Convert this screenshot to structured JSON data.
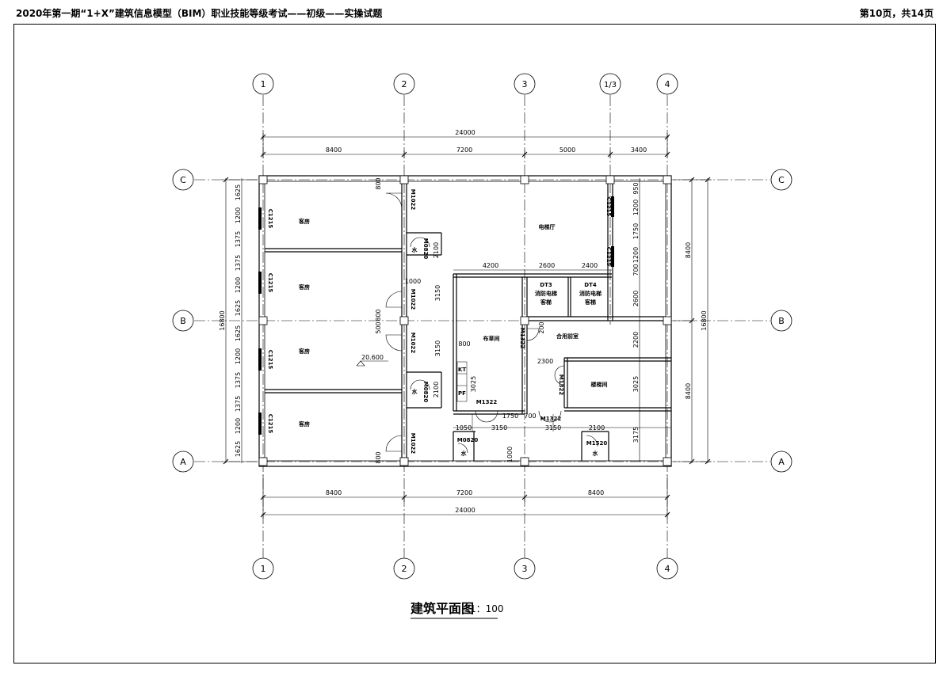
{
  "header": {
    "left": "2020年第一期“1+X”建筑信息模型（BIM）职业技能等级考试——初级——实操试题",
    "right": "第10页，共14页"
  },
  "drawing": {
    "title": "建筑平面图",
    "scale": "1：100",
    "axes_top": [
      "1",
      "2",
      "3",
      "1/3",
      "4"
    ],
    "axes_bottom": [
      "1",
      "2",
      "3",
      "4"
    ],
    "axes_left": [
      "C",
      "B",
      "A"
    ],
    "axes_right": [
      "C",
      "B",
      "A"
    ],
    "dims_top_total": "24000",
    "dims_top": [
      "8400",
      "7200",
      "5000",
      "3400"
    ],
    "dims_bottom": [
      "8400",
      "7200",
      "8400"
    ],
    "dims_bottom_total": "24000",
    "dims_left_total": "16800",
    "dims_left": [
      "1625",
      "1200",
      "1375",
      "1375",
      "1200",
      "1625",
      "1625",
      "1200",
      "1375",
      "1375",
      "1200",
      "1625"
    ],
    "dims_right_total": "16800",
    "dims_right": [
      "8400",
      "8400"
    ],
    "dims_right_inner": [
      "950",
      "1200",
      "1750",
      "1200",
      "700",
      "2600",
      "2200",
      "3025",
      "3175"
    ],
    "dims_inner": {
      "d4200": "4200",
      "d2600": "2600",
      "d2400": "2400",
      "d800a": "800",
      "d1000": "1000",
      "d3150a": "3150",
      "d3150b": "3150",
      "d2100a": "2100",
      "d2100b": "2100",
      "d800b": "800",
      "d800c": "800",
      "d500": "500",
      "d200": "200",
      "d800d": "800",
      "d3025a": "3025",
      "d2300": "2300",
      "d1750": "1750",
      "d700": "700",
      "d1050": "1050",
      "d3150c": "3150",
      "d3150d": "3150",
      "d2100c": "2100",
      "d1000b": "1000"
    },
    "rooms": {
      "kefang1": "客房",
      "kefang2": "客房",
      "kefang3": "客房",
      "kefang4": "客房",
      "diantiting": "电梯厅",
      "buchaojian": "布草间",
      "heyongqianshi": "合用前室",
      "louti": "楼梯间",
      "shui1": "水",
      "shui2": "水",
      "shui3": "水",
      "shui4": "水",
      "dt3": "DT3",
      "dt3_desc1": "消防电梯",
      "dt3_desc2": "客梯",
      "dt4": "DT4",
      "dt4_desc1": "消防电梯",
      "dt4_desc2": "客梯",
      "kt": "KT",
      "pf": "PF"
    },
    "elevation": "20.600",
    "windows": [
      "C1215",
      "C1215",
      "C1215",
      "C1215",
      "C1215",
      "C1215"
    ],
    "doors": {
      "m1022a": "M1022",
      "m1022b": "M1022",
      "m1022c": "M1022",
      "m1022d": "M1022",
      "m0820a": "M0820",
      "m0820b": "M0820",
      "m1322a": "M1322",
      "m1322b": "M1322",
      "m1322c": "M1322",
      "m1322d": "M1322",
      "m0820c": "M0820",
      "m1520": "M1520"
    }
  }
}
